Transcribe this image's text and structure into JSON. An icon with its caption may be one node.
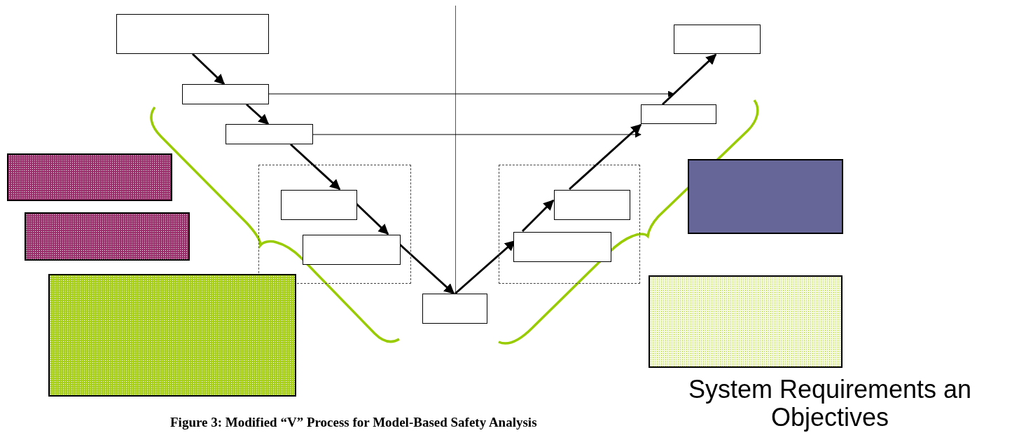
{
  "diagram": {
    "caption": "Figure 3: Modified “V” Process for Model-Based Safety Analysis",
    "nodes": [
      {
        "text": [],
        "shape": "box"
      },
      {
        "text": [],
        "shape": "box"
      },
      {
        "text": [],
        "shape": "box"
      },
      {
        "text": [],
        "shape": "box"
      },
      {
        "text": [],
        "shape": "box",
        "in": 3
      },
      {
        "text": [],
        "shape": "box",
        "in": 3
      },
      {
        "text": [],
        "shape": "box"
      },
      {
        "text": [],
        "shape": "box"
      },
      {
        "text": [],
        "shape": "box",
        "in": 7
      },
      {
        "text": [],
        "shape": "box",
        "in": 7
      },
      {
        "text": [],
        "shape": "box"
      },
      {
        "text": [],
        "shape": "box"
      },
      {
        "text": [],
        "shape": "box"
      },
      {
        "text": [],
        "shape": "box"
      },
      {
        "text": [],
        "shape": "box"
      },
      {
        "text": [],
        "shape": "box"
      },
      {
        "text": [],
        "shape": "box"
      }
    ],
    "edges": [
      {
        "from": 0,
        "to": 1,
        "arrow": "to"
      },
      {
        "from": 1,
        "to": 2,
        "arrow": "to"
      },
      {
        "from": 2,
        "to": 4,
        "arrow": "to"
      },
      {
        "from": 4,
        "to": 5,
        "arrow": "to"
      },
      {
        "from": 5,
        "to": 6,
        "arrow": "to"
      },
      {
        "from": 6,
        "to": 9,
        "arrow": "to"
      },
      {
        "from": 9,
        "to": 8,
        "arrow": "to"
      },
      {
        "from": 8,
        "to": 10,
        "arrow": "to"
      },
      {
        "from": 10,
        "to": 11,
        "arrow": "to"
      },
      {
        "from": 1,
        "to": 10,
        "arrow": "to"
      },
      {
        "from": 2,
        "to": 10,
        "arrow": "to"
      }
    ],
    "labels": [
      "System Requirements an Objectives"
    ]
  }
}
